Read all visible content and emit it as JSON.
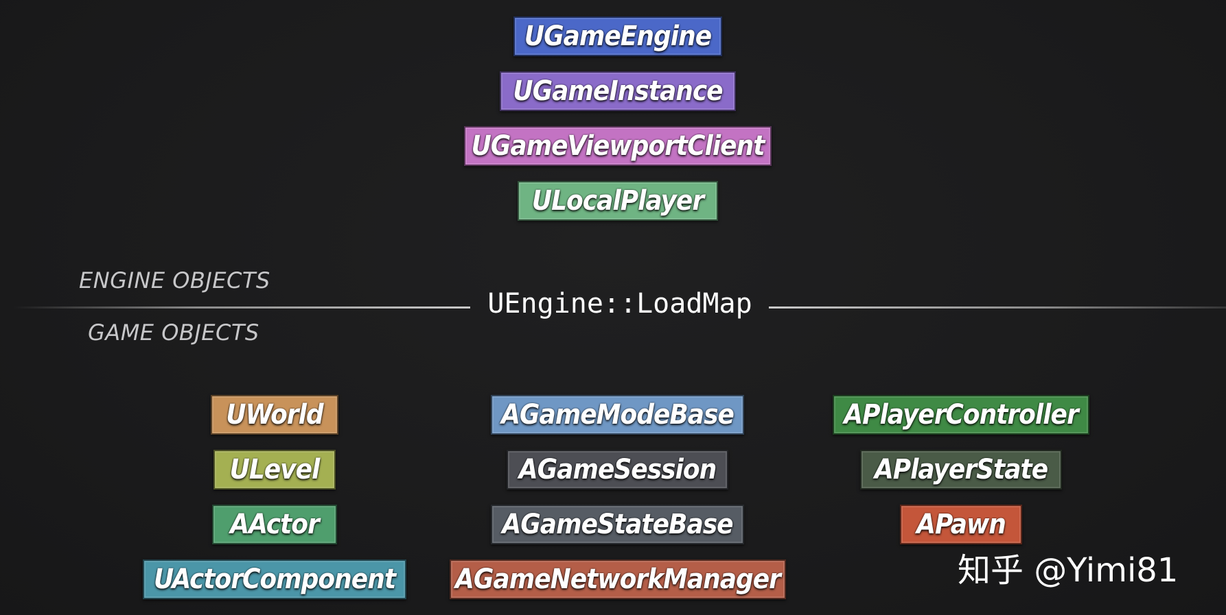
{
  "engine_objects": [
    {
      "label": "UGameEngine",
      "color": "#4b68c8"
    },
    {
      "label": "UGameInstance",
      "color": "#8a6bc9"
    },
    {
      "label": "UGameViewportClient",
      "color": "#c373c3"
    },
    {
      "label": "ULocalPlayer",
      "color": "#6fb483"
    }
  ],
  "section_labels": {
    "engine": "ENGINE OBJECTS",
    "game": "GAME OBJECTS"
  },
  "divider_label": "UEngine::LoadMap",
  "game_objects": {
    "column_1": [
      {
        "label": "UWorld",
        "color": "#c8925a"
      },
      {
        "label": "ULevel",
        "color": "#a4b052"
      },
      {
        "label": "AActor",
        "color": "#4f9e6d"
      },
      {
        "label": "UActorComponent",
        "color": "#4b96a8"
      }
    ],
    "column_2": [
      {
        "label": "AGameModeBase",
        "color": "#6f97c4"
      },
      {
        "label": "AGameSession",
        "color": "#4d4e54"
      },
      {
        "label": "AGameStateBase",
        "color": "#565c64"
      },
      {
        "label": "AGameNetworkManager",
        "color": "#b45e48"
      }
    ],
    "column_3": [
      {
        "label": "APlayerController",
        "color": "#3f8a45"
      },
      {
        "label": "APlayerState",
        "color": "#4a5b47"
      },
      {
        "label": "APawn",
        "color": "#c4563a"
      }
    ]
  },
  "watermark": "知乎 @Yimi81"
}
